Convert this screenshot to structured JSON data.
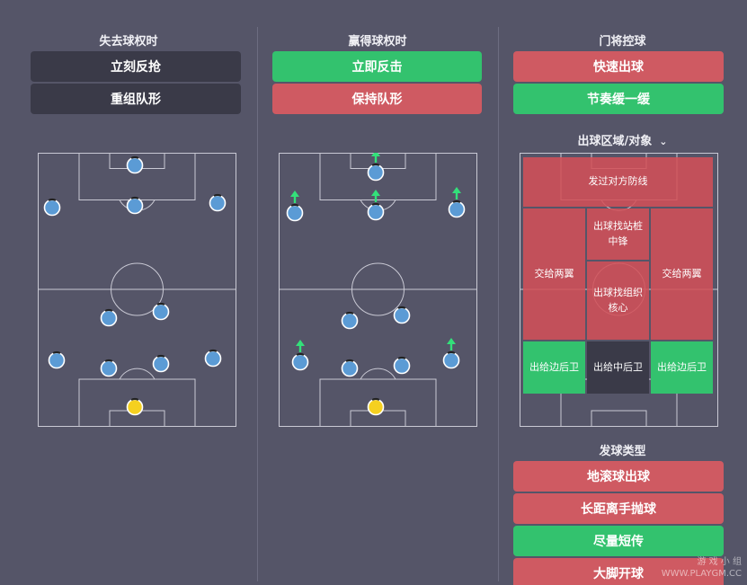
{
  "colors": {
    "background": "#555568",
    "dark": "#3a3a48",
    "green": "#33c26e",
    "red": "#cf5a62",
    "player": "#5b9bd5",
    "keeper": "#f5d020",
    "arrow": "#33e07a"
  },
  "columns": {
    "lost": {
      "title": "失去球权时",
      "buttons": [
        "立刻反抢",
        "重组队形"
      ]
    },
    "won": {
      "title": "赢得球权时",
      "buttons": [
        "立即反击",
        "保持队形"
      ]
    },
    "gk": {
      "title": "门将控球",
      "buttons": [
        "快速出球",
        "节奏缓一缓"
      ],
      "distribution_label": "出球区域/对象",
      "zones": {
        "top": "发过对方防线",
        "left_wing": "交给两翼",
        "right_wing": "交给两翼",
        "target_man": "出球找站桩中锋",
        "playmaker": "出球找组织核心",
        "left_back": "出给边后卫",
        "center_back": "出给中后卫",
        "right_back": "出给边后卫"
      },
      "kick_title": "发球类型",
      "kick_buttons": [
        "地滚球出球",
        "长距离手抛球",
        "尽量短传",
        "大脚开球"
      ]
    }
  },
  "watermark": {
    "line1": "游 戏 小 组",
    "line2": "WWW.PLAYGM.CC"
  }
}
